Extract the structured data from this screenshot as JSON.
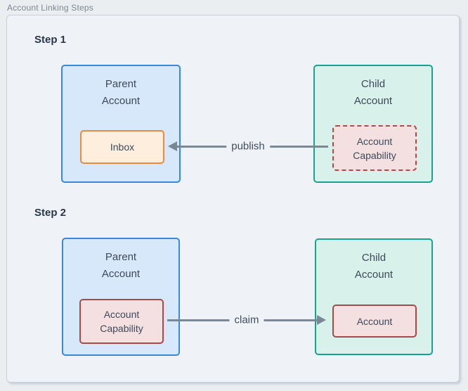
{
  "caption": "Account Linking Steps",
  "steps": [
    {
      "label": "Step 1",
      "parent_title": "Parent\nAccount",
      "parent_inner": "Inbox",
      "child_title": "Child\nAccount",
      "child_inner": "Account\nCapability",
      "arrow_label": "publish",
      "arrow_direction": "right-to-left"
    },
    {
      "label": "Step 2",
      "parent_title": "Parent\nAccount",
      "parent_inner": "Account\nCapability",
      "child_title": "Child\nAccount",
      "child_inner": "Account",
      "arrow_label": "claim",
      "arrow_direction": "left-to-right"
    }
  ],
  "colors": {
    "parent_fill": "#d6e8f9",
    "parent_border": "#3b87d9",
    "child_fill": "#d8f1ea",
    "child_border": "#18a390",
    "inbox_fill": "#fdeedd",
    "inbox_border": "#e78b3e",
    "capability_fill": "#f4e0e1",
    "capability_border": "#ae4a47",
    "arrow": "#7a8795",
    "panel_bg": "#eff2f6"
  }
}
